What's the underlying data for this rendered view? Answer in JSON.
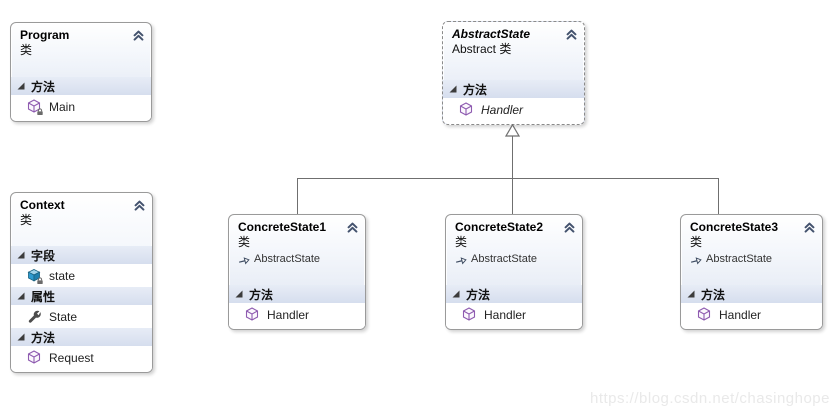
{
  "watermark": "https://blog.csdn.net/chasinghope",
  "colors": {
    "box_border": "#9a9a9a",
    "box_gradient_bottom": "#dbe2f0",
    "section_row_bg": "#d6deee",
    "connector": "#6f6f6f",
    "method_icon": "#8e5bb0",
    "field_icon": "#2e9bd0",
    "property_icon": "#555555",
    "chevron_icon": "#44536e"
  },
  "classes": [
    {
      "title": "Program",
      "subtitle": "类",
      "sections": [
        {
          "label": "方法",
          "members": [
            {
              "name": "Main",
              "icon": "method-private-icon"
            }
          ]
        }
      ]
    },
    {
      "title": "AbstractState",
      "subtitle": "Abstract 类",
      "sections": [
        {
          "label": "方法",
          "members": [
            {
              "name": "Handler",
              "icon": "method-icon"
            }
          ]
        }
      ]
    },
    {
      "title": "Context",
      "subtitle": "类",
      "sections": [
        {
          "label": "字段",
          "members": [
            {
              "name": "state",
              "icon": "field-private-icon"
            }
          ]
        },
        {
          "label": "属性",
          "members": [
            {
              "name": "State",
              "icon": "property-icon"
            }
          ]
        },
        {
          "label": "方法",
          "members": [
            {
              "name": "Request",
              "icon": "method-icon"
            }
          ]
        }
      ]
    },
    {
      "title": "ConcreteState1",
      "subtitle": "类",
      "base_type": "AbstractState",
      "sections": [
        {
          "label": "方法",
          "members": [
            {
              "name": "Handler",
              "icon": "method-icon"
            }
          ]
        }
      ]
    },
    {
      "title": "ConcreteState2",
      "subtitle": "类",
      "base_type": "AbstractState",
      "sections": [
        {
          "label": "方法",
          "members": [
            {
              "name": "Handler",
              "icon": "method-icon"
            }
          ]
        }
      ]
    },
    {
      "title": "ConcreteState3",
      "subtitle": "类",
      "base_type": "AbstractState",
      "sections": [
        {
          "label": "方法",
          "members": [
            {
              "name": "Handler",
              "icon": "method-icon"
            }
          ]
        }
      ]
    }
  ]
}
